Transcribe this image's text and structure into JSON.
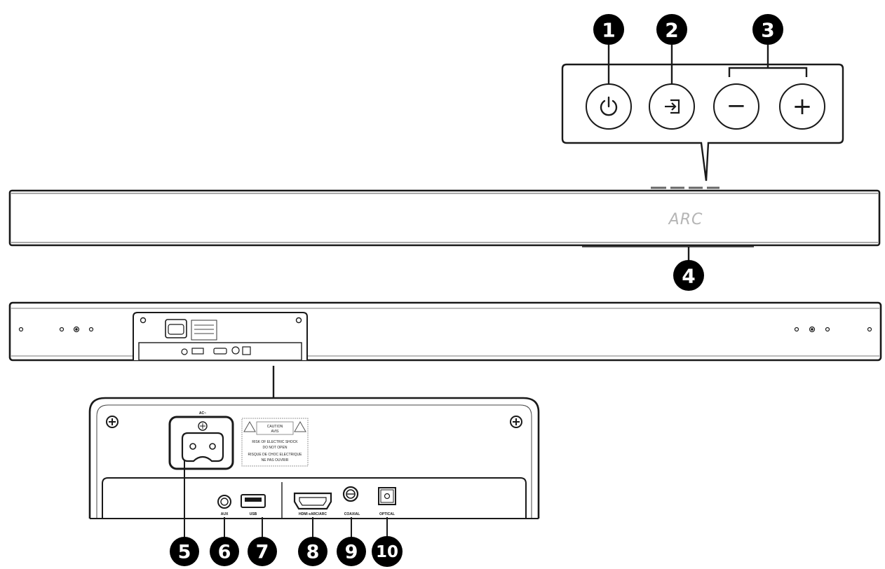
{
  "callouts": {
    "c1": "1",
    "c2": "2",
    "c3": "3",
    "c4": "4",
    "c5": "5",
    "c6": "6",
    "c7": "7",
    "c8": "8",
    "c9": "9",
    "c10": "10"
  },
  "front_display": {
    "text": "ARC"
  },
  "top_buttons": {
    "power_icon": "power-icon",
    "source_icon": "source-input-icon",
    "volume_down_symbol": "−",
    "volume_up_symbol": "+"
  },
  "rear_panel": {
    "ac_label": "AC~",
    "caution_lines": [
      "CAUTION",
      "AVIS",
      "RISK OF ELECTRIC SHOCK",
      "DO NOT OPEN",
      "RISQUE DE CHOC ELECTRIQUE",
      "NE PAS OUVRIR"
    ],
    "port_labels": {
      "aux": "AUX",
      "usb": "USB",
      "hdmi": "HDMI eARC/ARC",
      "coaxial": "COAXIAL",
      "optical": "OPTICAL"
    }
  },
  "colors": {
    "callout_fill": "#000000",
    "outline": "#1a1a1a",
    "display_text": "#b5b5b5"
  }
}
